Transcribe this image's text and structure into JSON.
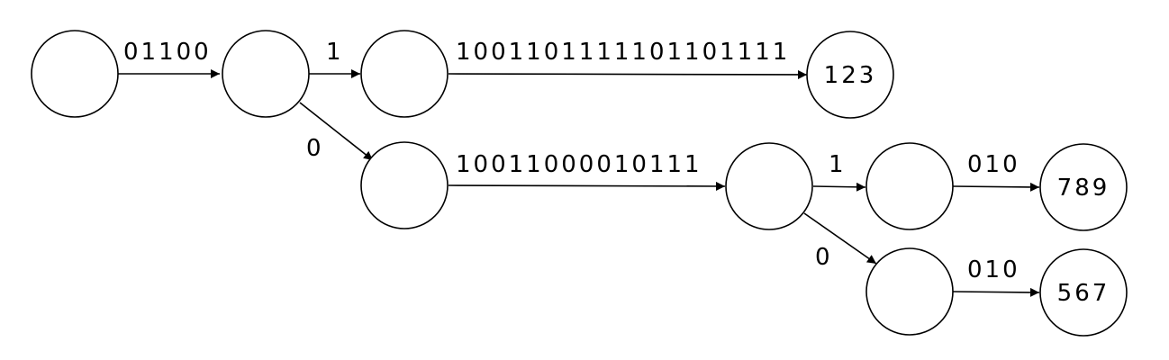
{
  "diagram": {
    "nodes": [
      {
        "id": "root",
        "label": ""
      },
      {
        "id": "n1",
        "label": ""
      },
      {
        "id": "n2",
        "label": ""
      },
      {
        "id": "leaf_123",
        "label": "123"
      },
      {
        "id": "n3",
        "label": ""
      },
      {
        "id": "n4",
        "label": ""
      },
      {
        "id": "n5",
        "label": ""
      },
      {
        "id": "leaf_789",
        "label": "789"
      },
      {
        "id": "n6",
        "label": ""
      },
      {
        "id": "leaf_567",
        "label": "567"
      }
    ],
    "edges": [
      {
        "id": "e_root_n1",
        "from": "root",
        "to": "n1",
        "label": "01100"
      },
      {
        "id": "e_n1_n2",
        "from": "n1",
        "to": "n2",
        "label": "1"
      },
      {
        "id": "e_n2_leaf123",
        "from": "n2",
        "to": "leaf_123",
        "label": "1001101111101101111"
      },
      {
        "id": "e_n1_n3",
        "from": "n1",
        "to": "n3",
        "label": "0"
      },
      {
        "id": "e_n3_n4",
        "from": "n3",
        "to": "n4",
        "label": "10011000010111"
      },
      {
        "id": "e_n4_n5",
        "from": "n4",
        "to": "n5",
        "label": "1"
      },
      {
        "id": "e_n5_leaf789",
        "from": "n5",
        "to": "leaf_789",
        "label": "010"
      },
      {
        "id": "e_n4_n6",
        "from": "n4",
        "to": "n6",
        "label": "0"
      },
      {
        "id": "e_n6_leaf567",
        "from": "n6",
        "to": "leaf_567",
        "label": "010"
      }
    ]
  }
}
